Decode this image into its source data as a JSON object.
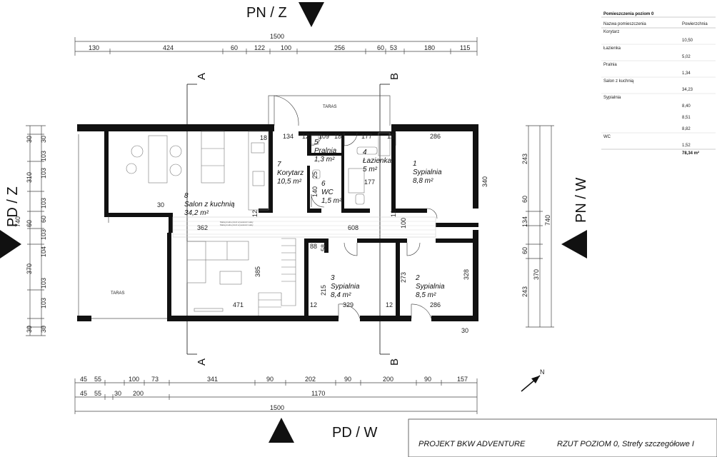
{
  "orientation": {
    "top": "PN / Z",
    "bottom": "PD / W",
    "left": "PD / Z",
    "right": "PN / W",
    "north": "N"
  },
  "sections": {
    "a": "A",
    "b": "B"
  },
  "dims_top_total": "1500",
  "dims_top": [
    "130",
    "424",
    "60",
    "122",
    "100",
    "256",
    "60",
    "53",
    "180",
    "115"
  ],
  "dims_bottom_row1": [
    "45",
    "55",
    "100",
    "73",
    "341",
    "90",
    "202",
    "90",
    "200",
    "90",
    "157"
  ],
  "dims_bottom_row2": [
    "45",
    "55",
    "30",
    "200",
    "1170"
  ],
  "dims_bottom_total": "1500",
  "dims_left": [
    "30",
    "30",
    "103",
    "103",
    "310",
    "103",
    "60",
    "103",
    "740",
    "60",
    "104",
    "370",
    "103",
    "103",
    "30",
    "30"
  ],
  "dims_right": [
    "243",
    "340",
    "60",
    "134",
    "60",
    "740",
    "328",
    "370",
    "243",
    "30"
  ],
  "rooms": [
    {
      "num": "8",
      "name": "Salon z kuchnią",
      "area": "34,2 m²"
    },
    {
      "num": "7",
      "name": "Korytarz",
      "area": "10,5 m²"
    },
    {
      "num": "5",
      "name": "Pralnia",
      "area": "1,3 m²"
    },
    {
      "num": "4",
      "name": "Łazienka",
      "area": "5 m²"
    },
    {
      "num": "6",
      "name": "WC",
      "area": "1,5 m²"
    },
    {
      "num": "1",
      "name": "Sypialnia",
      "area": "8,8 m²"
    },
    {
      "num": "3",
      "name": "Sypialnia",
      "area": "8,4 m²"
    },
    {
      "num": "2",
      "name": "Sypialnia",
      "area": "8,5 m²"
    }
  ],
  "taras_label": "TARAS",
  "inner_dims": {
    "d18a": "18",
    "d134": "134",
    "d12a": "12",
    "d109": "109",
    "d18b": "18",
    "d177a": "177",
    "d12b": "12",
    "d286a": "286",
    "d30": "30",
    "d362": "362",
    "d608": "608",
    "d12c": "12",
    "d12d": "12",
    "d100": "100",
    "d385": "385",
    "d88": "88",
    "d58": "58",
    "d215": "215",
    "d273": "273",
    "d471": "471",
    "d12e": "12",
    "d329": "329",
    "d12f": "12",
    "d286b": "286",
    "d140": "140",
    "d25": "25",
    "d177b": "177",
    "d340": "340"
  },
  "note_lines": [
    "Maksymalnej ilość wysokości wiaty",
    "Maksymalnej ilość wysokości wiaty"
  ],
  "table": {
    "title": "Pomieszczenia poziom 0",
    "col1": "Nazwa pomieszczenia",
    "col2": "Powierzchnia",
    "rows": [
      {
        "name": "Korytarz",
        "values": [
          "10,50"
        ]
      },
      {
        "name": "Łazienka",
        "values": [
          "5,02"
        ]
      },
      {
        "name": "Pralnia",
        "values": [
          "1,34"
        ]
      },
      {
        "name": "Salon z kuchnią",
        "values": [
          "34,23"
        ]
      },
      {
        "name": "Sypialnia",
        "values": [
          "8,40",
          "8,51",
          "8,82"
        ]
      },
      {
        "name": "WC",
        "values": [
          "1,52"
        ]
      }
    ],
    "total": "78,34 m²"
  },
  "footer": {
    "project": "PROJEKT BKW ADVENTURE",
    "sheet": "RZUT POZIOM 0,  Strefy szczegółowe I"
  }
}
